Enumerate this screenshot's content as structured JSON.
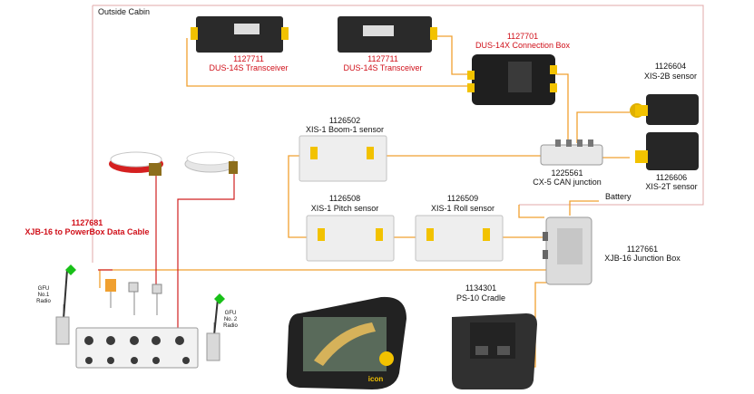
{
  "cabin_label": "Outside Cabin",
  "components": {
    "dus14s_a": {
      "part": "1127711",
      "name": "DUS-14S Transceiver"
    },
    "dus14s_b": {
      "part": "1127711",
      "name": "DUS-14S Transceiver"
    },
    "dus14x": {
      "part": "1127701",
      "name": "DUS-14X Connection Box"
    },
    "xis2b": {
      "part": "1126604",
      "name": "XIS-2B sensor"
    },
    "xis1_boom": {
      "part": "1126502",
      "name": "XIS-1 Boom-1 sensor"
    },
    "cx5": {
      "part": "1225561",
      "name": "CX-5 CAN junction"
    },
    "xis2t": {
      "part": "1126606",
      "name": "XIS-2T sensor"
    },
    "xis1_pitch": {
      "part": "1126508",
      "name": "XIS-1 Pitch sensor"
    },
    "xis1_roll": {
      "part": "1126509",
      "name": "XIS-1 Roll sensor"
    },
    "xjb16_cable": {
      "part": "1127681",
      "name": "XJB-16 to PowerBox Data Cable"
    },
    "xjb16_box": {
      "part": "1127661",
      "name": "XJB-16 Junction Box"
    },
    "ps10": {
      "part": "1134301",
      "name": "PS-10 Cradle"
    },
    "battery": {
      "name": "Battery"
    },
    "gfu1": {
      "line1": "GFU",
      "line2": "No.1",
      "line3": "Radio"
    },
    "gfu2": {
      "line1": "GFU",
      "line2": "No. 2",
      "line3": "Radio"
    },
    "icon_brand": "icon"
  },
  "colors": {
    "cable_orange": "#f0a030",
    "cable_red": "#d02020",
    "label_red": "#d0101a",
    "cabin_border": "#e0a8a8",
    "sensor_yellow": "#f2c200"
  }
}
